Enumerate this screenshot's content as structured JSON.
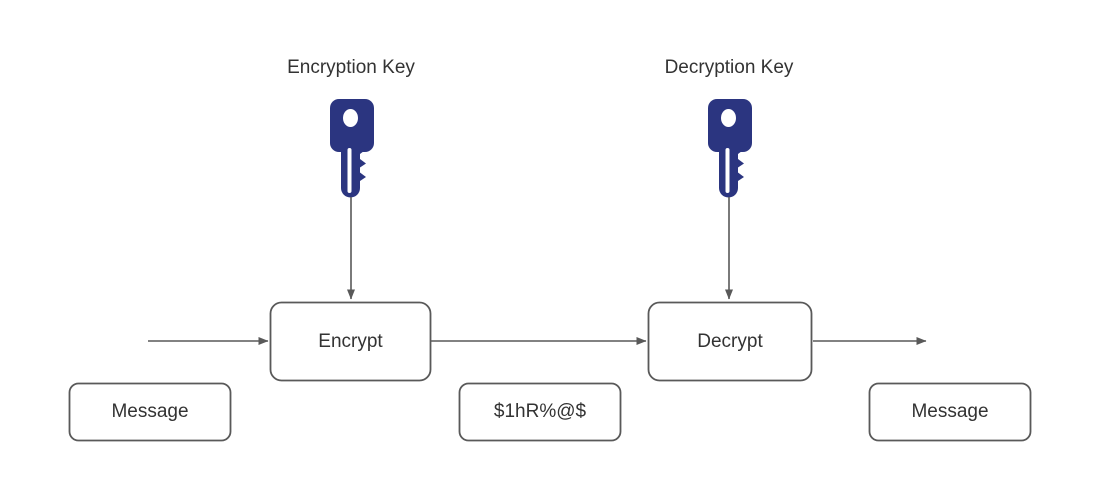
{
  "diagram": {
    "title": "Symmetric / asymmetric encryption flow",
    "background_color": "#ffffff",
    "stroke_color": "#595959",
    "text_color": "#333333",
    "key_color": "#2b3580"
  },
  "captions": {
    "encryption_key": "Encryption Key",
    "decryption_key": "Decryption Key"
  },
  "icons": {
    "encryption_key_icon": "key-icon",
    "decryption_key_icon": "key-icon"
  },
  "nodes": {
    "encrypt": "Encrypt",
    "decrypt": "Decrypt",
    "plaintext_in": "Message",
    "ciphertext": "$1hR%@$",
    "plaintext_out": "Message"
  },
  "arrows": [
    {
      "name": "arrow-input-to-encrypt",
      "from": "input",
      "to": "Encrypt",
      "direction": "right"
    },
    {
      "name": "arrow-encrypt-to-decrypt",
      "from": "Encrypt",
      "to": "Decrypt",
      "direction": "right"
    },
    {
      "name": "arrow-decrypt-to-output",
      "from": "Decrypt",
      "to": "output",
      "direction": "right"
    },
    {
      "name": "arrow-encryption-key-to-encrypt",
      "from": "Encryption Key",
      "to": "Encrypt",
      "direction": "down"
    },
    {
      "name": "arrow-decryption-key-to-decrypt",
      "from": "Decryption Key",
      "to": "Decrypt",
      "direction": "down"
    }
  ]
}
